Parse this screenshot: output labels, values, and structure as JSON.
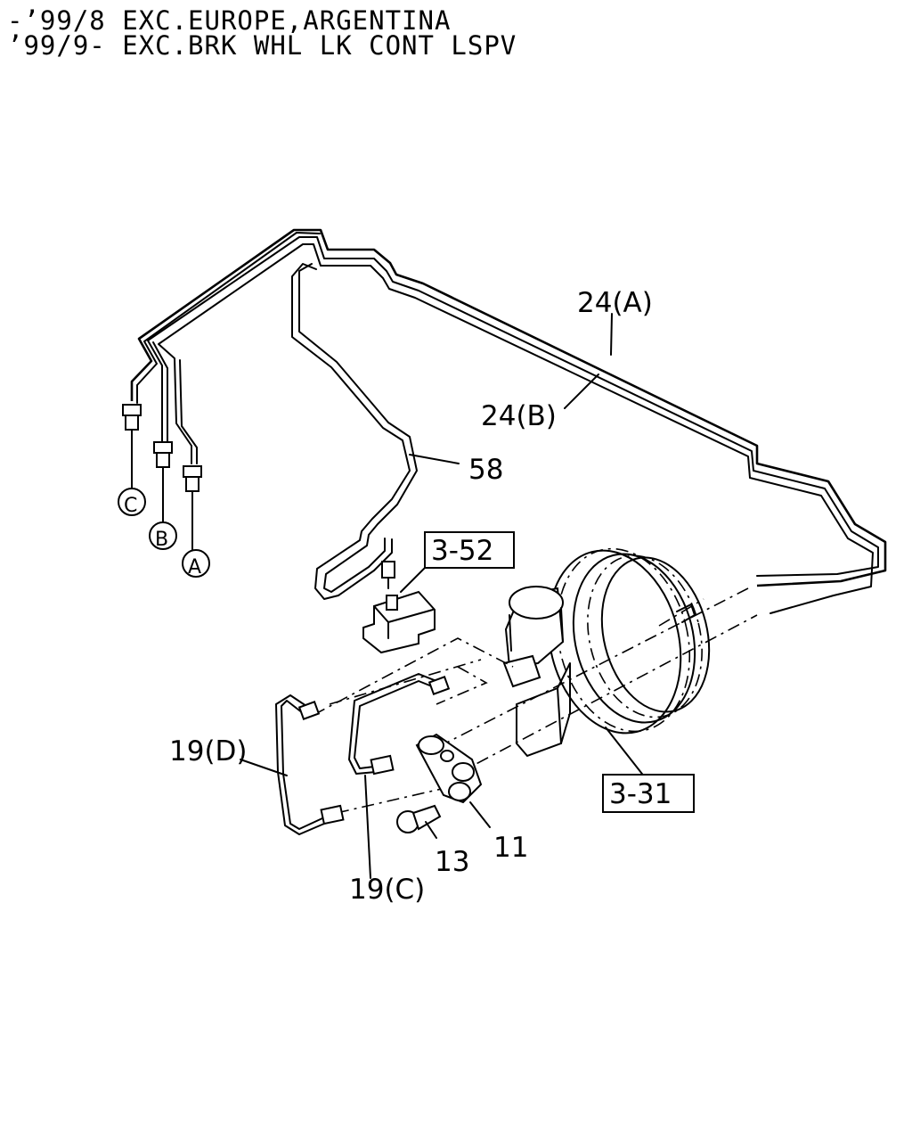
{
  "header": {
    "line1": "-’99/8 EXC.EUROPE,ARGENTINA",
    "line2": "’99/9- EXC.BRK WHL LK CONT LSPV"
  },
  "callouts": {
    "p24a": "24(A)",
    "p24b": "24(B)",
    "p58": "58",
    "ref352": "3-52",
    "ref331": "3-31",
    "p19d": "19(D)",
    "p19c": "19(C)",
    "p13": "13",
    "p11": "11"
  },
  "connectors": {
    "c": "C",
    "b": "B",
    "a": "A"
  }
}
